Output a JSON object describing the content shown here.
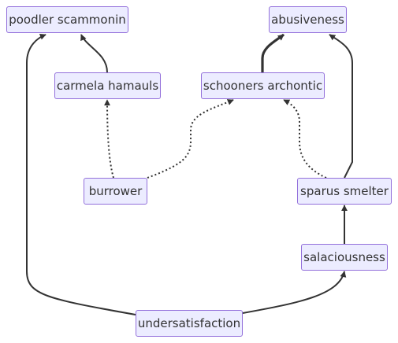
{
  "diagram": {
    "type": "flowchart",
    "colors": {
      "node_fill": "#ECECFF",
      "node_border": "#9370DB",
      "text": "#333333",
      "edge": "#333333"
    },
    "nodes": {
      "poodler_scammonin": "poodler scammonin",
      "abusiveness": "abusiveness",
      "carmela_hamauls": "carmela hamauls",
      "schooners_archontic": "schooners archontic",
      "burrower": "burrower",
      "sparus_smelter": "sparus smelter",
      "salaciousness": "salaciousness",
      "undersatisfaction": "undersatisfaction"
    },
    "edges": [
      {
        "from": "carmela_hamauls",
        "to": "poodler_scammonin",
        "style": "solid"
      },
      {
        "from": "undersatisfaction",
        "to": "poodler_scammonin",
        "style": "solid"
      },
      {
        "from": "schooners_archontic",
        "to": "abusiveness",
        "style": "thick"
      },
      {
        "from": "sparus_smelter",
        "to": "abusiveness",
        "style": "solid"
      },
      {
        "from": "burrower",
        "to": "carmela_hamauls",
        "style": "dotted"
      },
      {
        "from": "burrower",
        "to": "schooners_archontic",
        "style": "dotted"
      },
      {
        "from": "sparus_smelter",
        "to": "schooners_archontic",
        "style": "dotted"
      },
      {
        "from": "salaciousness",
        "to": "sparus_smelter",
        "style": "solid"
      },
      {
        "from": "undersatisfaction",
        "to": "salaciousness",
        "style": "solid"
      }
    ]
  }
}
